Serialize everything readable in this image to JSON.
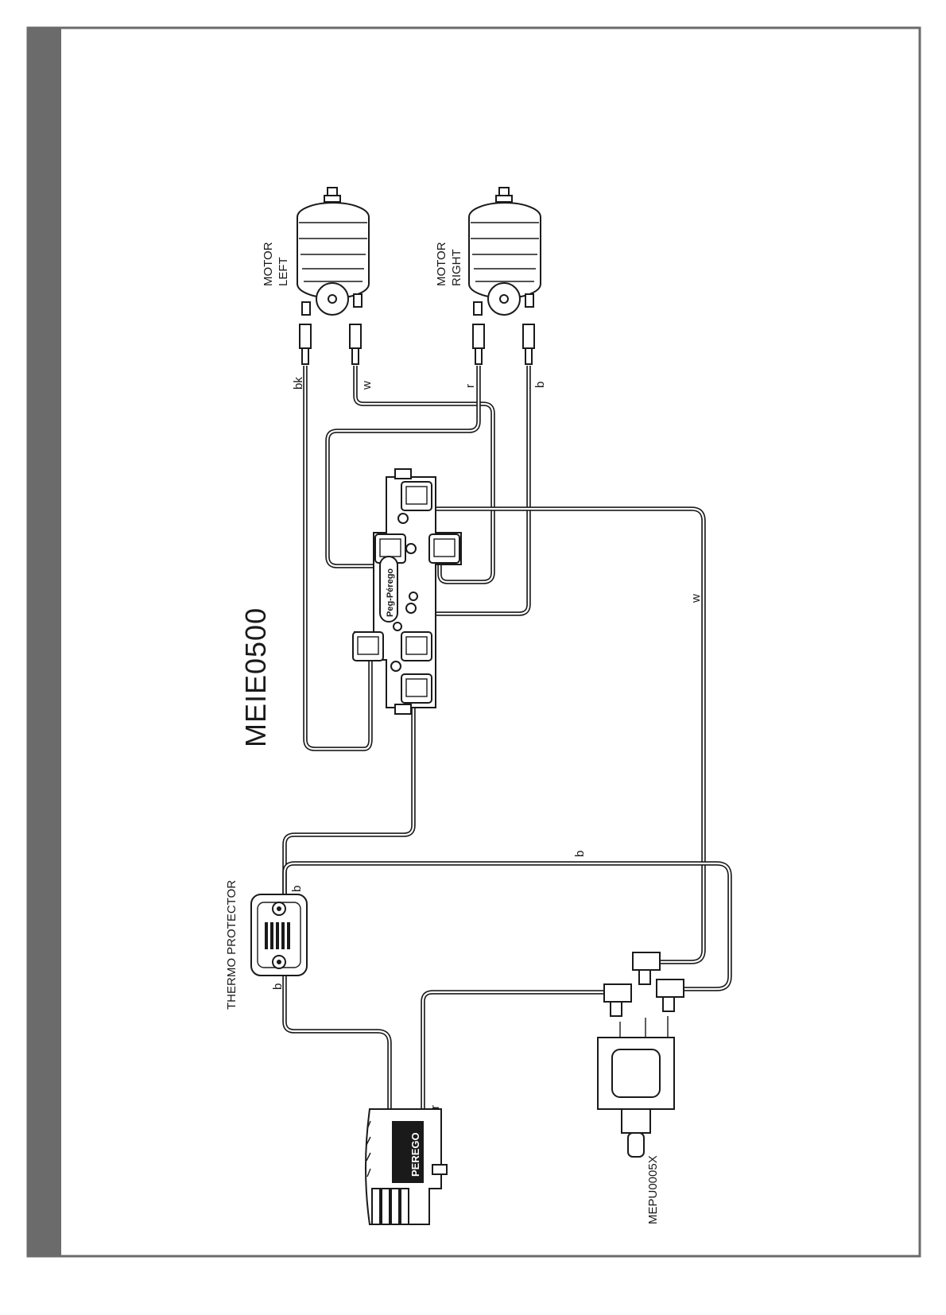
{
  "title": "MEIE0500",
  "labels": {
    "motor_left": [
      "MOTOR",
      "LEFT"
    ],
    "motor_right": [
      "MOTOR",
      "RIGHT"
    ],
    "thermo": "THERMO PROTECTOR",
    "switch_code": "MEPU0005X",
    "board_brand": "Peg-Pérego",
    "battery_brand": "PEREGO"
  },
  "wire_colors": {
    "left_a": "bk",
    "left_b": "w",
    "right_a": "r",
    "right_b": "b",
    "board_to_switch": "w",
    "switch_to_thermo": "b",
    "thermo_top": "b",
    "thermo_bottom": "b",
    "battery_to_switch": "r"
  }
}
